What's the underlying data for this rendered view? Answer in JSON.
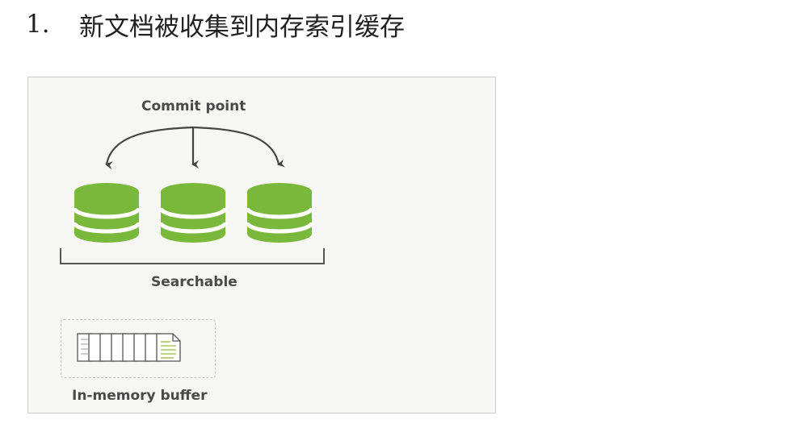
{
  "heading": {
    "number": "1.",
    "text": "新文档被收集到内存索引缓存"
  },
  "diagram": {
    "commit_point_label": "Commit point",
    "searchable_label": "Searchable",
    "buffer_label": "In-memory buffer",
    "segment_icons": [
      "database-icon",
      "database-icon",
      "database-icon"
    ],
    "buffer_icon": "document-stack-icon",
    "colors": {
      "segment_green": "#7ab83c",
      "segment_stripe": "#ffffff",
      "arrow": "#444444",
      "bracket": "#555555",
      "frame_bg": "#f6f6f4",
      "doc_highlight_green": "#a7c85a"
    }
  }
}
